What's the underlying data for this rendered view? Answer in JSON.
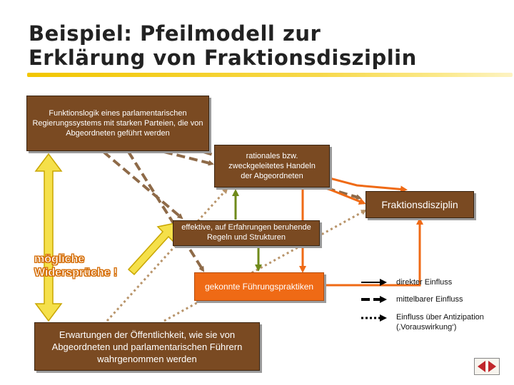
{
  "title": {
    "line1": "Beispiel: Pfeilmodell zur",
    "line2": "Erklärung von Fraktionsdisziplin"
  },
  "boxes": {
    "funktionslogik": "Funktionslogik eines parlamentarischen Regierungssystems mit starken Parteien, die von Abgeordneten geführt werden",
    "rationales": "rationales bzw. zweckgeleitetes Handeln der Abgeordneten",
    "fraktionsdisziplin": "Fraktionsdisziplin",
    "regeln": "effektive, auf Erfahrungen beruhende Regeln und Strukturen",
    "fuehrungspraktiken": "gekonnte Führungspraktiken",
    "erwartungen": "Erwartungen der Öffentlichkeit, wie sie von Abgeordneten und parlamentarischen Führern wahrgenommen werden"
  },
  "contradictions_label": "mögliche Widersprüche !",
  "legend": {
    "direct": "direkter Einfluss",
    "indirect": "mittelbarer Einfluss",
    "anticipation": "Einfluss über Antizipation (‚Vorauswirkung‘)"
  },
  "colors": {
    "brown": "#7a4a22",
    "orange": "#ef6a15",
    "olive": "#6f8a1a",
    "yellow_arrow": "#f5e04a",
    "dashed_brown": "#8e6a48"
  },
  "icons": {
    "nav": "navigation-arrows-icon"
  }
}
